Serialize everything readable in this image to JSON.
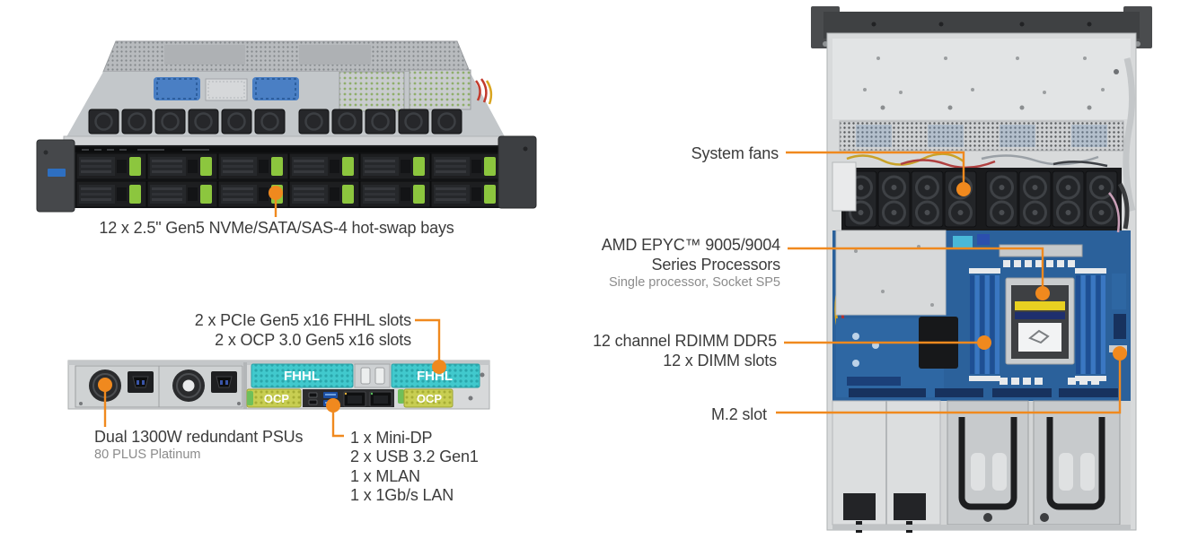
{
  "accent_color": "#F0891E",
  "label_color": "#3C3C3C",
  "sublabel_color": "#8C8C8C",
  "front_view": {
    "caption": "12 x 2.5\" Gen5 NVMe/SATA/SAS-4 hot-swap bays"
  },
  "rear_view": {
    "slots_label_line1": "2 x PCIe Gen5 x16 FHHL slots",
    "slots_label_line2": "2 x OCP 3.0 Gen5 x16 slots",
    "psu_label": "Dual 1300W redundant PSUs",
    "psu_sublabel": "80 PLUS Platinum",
    "io_ports": [
      "1 x Mini-DP",
      "2 x USB 3.2 Gen1",
      "1 x MLAN",
      "1 x 1Gb/s LAN"
    ],
    "fhhl_slot_text": "FHHL",
    "ocp_slot_text": "OCP"
  },
  "top_view": {
    "fans_label": "System fans",
    "cpu_label_line1": "AMD EPYC™ 9005/9004",
    "cpu_label_line2": "Series Processors",
    "cpu_sublabel": "Single processor, Socket SP5",
    "memory_label_line1": "12 channel RDIMM DDR5",
    "memory_label_line2": "12 x DIMM slots",
    "m2_label": "M.2 slot"
  }
}
